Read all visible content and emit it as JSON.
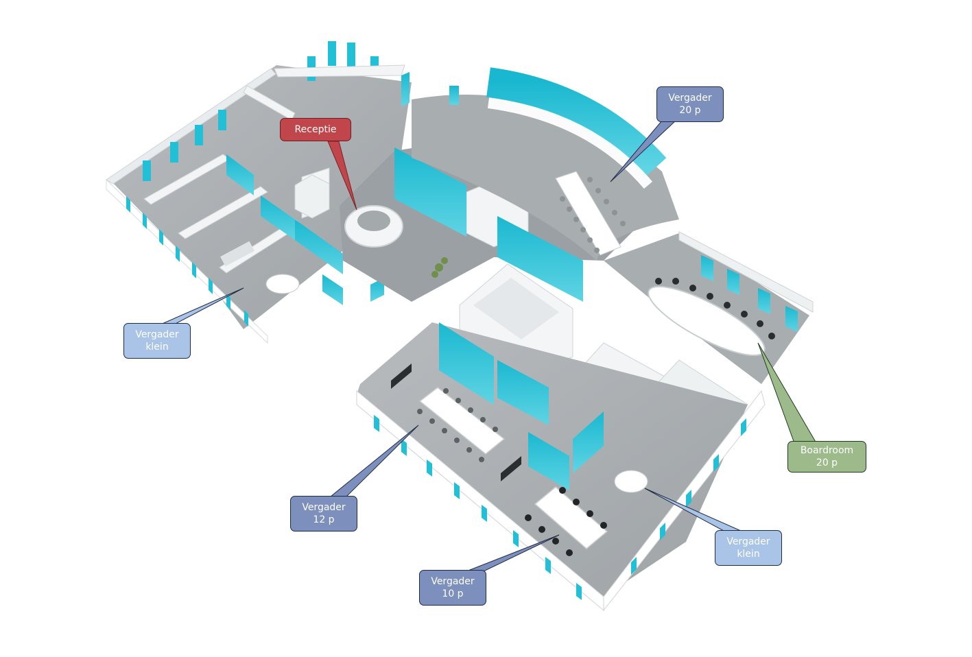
{
  "colors": {
    "wall_top": "#e9ecee",
    "wall_side": "#ffffff",
    "floor": "#a9aeb1",
    "floor_light": "#c4c8ca",
    "glass": "#22c0d6",
    "reception_callout": "#c0464b",
    "room_callout_dark": "#7d8fbd",
    "room_callout_light": "#a9c4e6",
    "boardroom_callout": "#9dbb8a"
  },
  "callouts": {
    "receptie": {
      "line1": "Receptie",
      "line2": ""
    },
    "vergader_20": {
      "line1": "Vergader",
      "line2": "20 p"
    },
    "vergader_klein_left": {
      "line1": "Vergader",
      "line2": "klein"
    },
    "boardroom": {
      "line1": "Boardroom",
      "line2": "20 p"
    },
    "vergader_12": {
      "line1": "Vergader",
      "line2": "12 p"
    },
    "vergader_klein_right": {
      "line1": "Vergader",
      "line2": "klein"
    },
    "vergader_10": {
      "line1": "Vergader",
      "line2": "10 p"
    }
  }
}
